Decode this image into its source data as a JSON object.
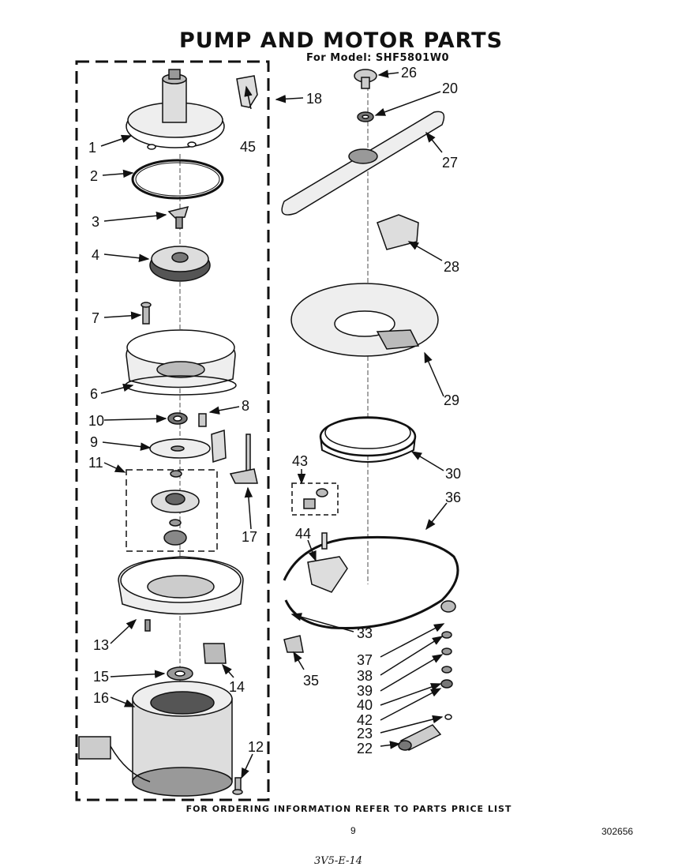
{
  "header": {
    "title": "PUMP AND MOTOR PARTS",
    "subtitle": "For Model: SHF5801W0"
  },
  "footer": {
    "ordering_note": "FOR ORDERING INFORMATION REFER TO PARTS PRICE LIST",
    "page_number": "9",
    "part_code": "302656",
    "handwritten_note": "3V5-E-14"
  },
  "callouts": {
    "c1": "1",
    "c2": "2",
    "c3": "3",
    "c4": "4",
    "c6": "6",
    "c7": "7",
    "c8": "8",
    "c9": "9",
    "c10": "10",
    "c11": "11",
    "c12": "12",
    "c13": "13",
    "c14": "14",
    "c15": "15",
    "c16": "16",
    "c17": "17",
    "c18": "18",
    "c20": "20",
    "c22": "22",
    "c23": "23",
    "c26": "26",
    "c27": "27",
    "c28": "28",
    "c29": "29",
    "c30": "30",
    "c33": "33",
    "c35": "35",
    "c36": "36",
    "c37": "37",
    "c38": "38",
    "c39": "39",
    "c40": "40",
    "c42": "42",
    "c43": "43",
    "c44": "44",
    "c45": "45"
  }
}
